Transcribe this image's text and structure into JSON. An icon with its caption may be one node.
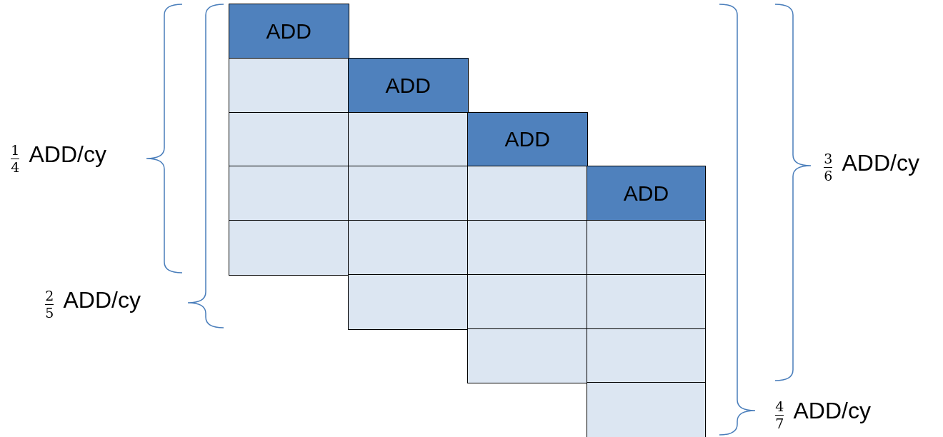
{
  "diagram": {
    "nodes": [
      {
        "text": [
          "ADD"
        ]
      },
      {
        "text": [],
        "shape": "box"
      },
      {
        "text": [
          "ADD"
        ]
      },
      {
        "text": [],
        "shape": "box"
      },
      {
        "text": [],
        "shape": "box"
      },
      {
        "text": [
          "ADD"
        ]
      },
      {
        "text": [],
        "shape": "box"
      },
      {
        "text": [],
        "shape": "box"
      },
      {
        "text": [],
        "shape": "box"
      },
      {
        "text": [
          "ADD"
        ]
      },
      {
        "text": [],
        "shape": "box"
      },
      {
        "text": [],
        "shape": "box"
      },
      {
        "text": [],
        "shape": "box"
      },
      {
        "text": [],
        "shape": "box"
      },
      {
        "text": [],
        "shape": "box"
      },
      {
        "text": [],
        "shape": "box"
      },
      {
        "text": [],
        "shape": "box"
      },
      {
        "text": [],
        "shape": "box"
      },
      {
        "text": [],
        "shape": "box"
      },
      {
        "text": [],
        "shape": "box"
      }
    ],
    "labels": [
      "$^{1}$$_{4}$ ADD/cy",
      "$^{3}$$_{6}$ ADD/cy",
      "$^{2}$$_{5}$ ADD/cy",
      "$^{4}$$_{7}$ ADD/cy"
    ]
  }
}
